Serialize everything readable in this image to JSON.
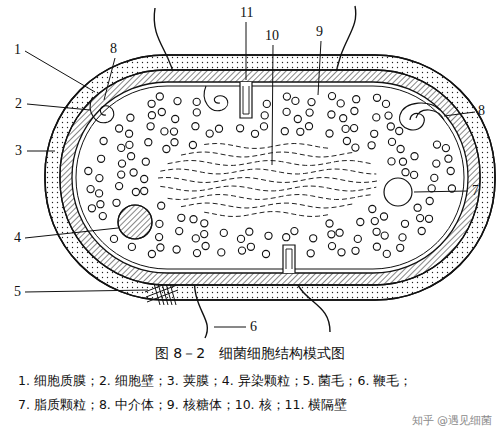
{
  "diagram": {
    "caption": "图 8－2　细菌细胞结构模式图",
    "labels": [
      "1",
      "2",
      "3",
      "4",
      "5",
      "6",
      "7",
      "8",
      "8",
      "9",
      "10",
      "11",
      "1. 细胞质膜；2. 细胞壁；3. 荚膜；4. 异染颗粒；5. 菌毛；6. 鞭毛；",
      "7. 脂质颗粒；8. 中介体；9. 核糖体；10. 核；11. 横隔壁",
      "知乎 @遇见细菌"
    ]
  }
}
